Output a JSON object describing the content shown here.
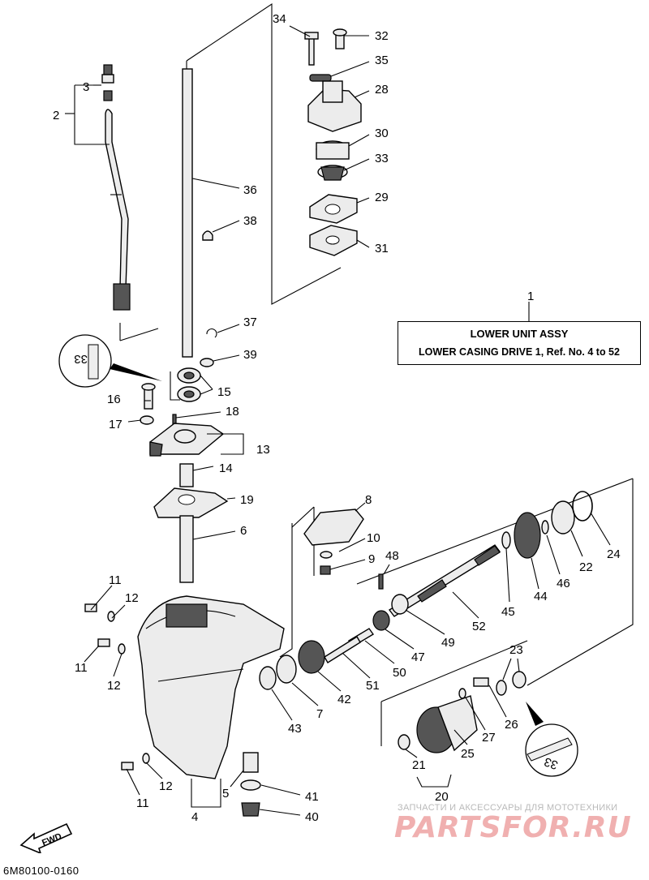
{
  "title_box": {
    "line1": "LOWER UNIT ASSY",
    "line2": "LOWER CASING DRIVE 1,  Ref. No. 4 to 52",
    "callout": "1"
  },
  "diagram_code": "6M80100-0160",
  "fwd_label": "FWD",
  "watermark": {
    "small": "ЗАПЧАСТИ И АКСЕССУАРЫ ДЛЯ МОТОТЕХНИКИ",
    "big": "PARTSFOR.RU"
  },
  "callouts": {
    "n2": "2",
    "n3": "3",
    "n4": "4",
    "n5": "5",
    "n6": "6",
    "n7": "7",
    "n8": "8",
    "n9": "9",
    "n10": "10",
    "n11a": "11",
    "n11b": "11",
    "n11c": "11",
    "n12a": "12",
    "n12b": "12",
    "n12c": "12",
    "n13": "13",
    "n14": "14",
    "n15": "15",
    "n16": "16",
    "n17": "17",
    "n18": "18",
    "n19": "19",
    "n20": "20",
    "n21": "21",
    "n22": "22",
    "n23": "23",
    "n24": "24",
    "n25": "25",
    "n26": "26",
    "n27": "27",
    "n28": "28",
    "n29": "29",
    "n30": "30",
    "n31": "31",
    "n32": "32",
    "n33": "33",
    "n34": "34",
    "n35": "35",
    "n36": "36",
    "n37": "37",
    "n38": "38",
    "n39": "39",
    "n40": "40",
    "n41": "41",
    "n42": "42",
    "n43": "43",
    "n44": "44",
    "n45": "45",
    "n46": "46",
    "n47": "47",
    "n48": "48",
    "n49": "49",
    "n50": "50",
    "n51": "51",
    "n52": "52"
  },
  "lubricant_marks": {
    "left": "33",
    "right": "33"
  }
}
